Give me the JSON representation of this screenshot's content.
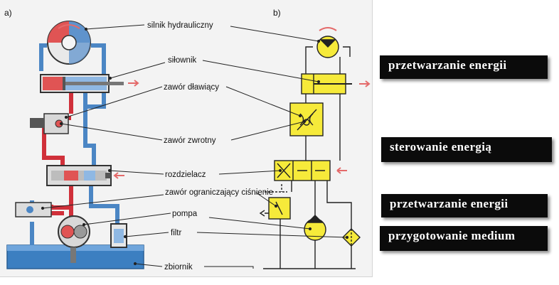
{
  "panel_labels": {
    "a": "a)",
    "b": "b)"
  },
  "components": {
    "silnik": "silnik hydrauliczny",
    "silownik": "siłownik",
    "zawor_dlawiacy": "zawór dławiący",
    "zawor_zwrotny": "zawór zwrotny",
    "rozdzielacz": "rozdzielacz",
    "zawor_ograniczajacy": "zawór ograniczający ciśnienie",
    "pompa": "pompa",
    "filtr": "filtr",
    "zbiornik": "zbiornik"
  },
  "stages": {
    "s1": "przetwarzanie energii",
    "s2": "sterowanie energią",
    "s3": "przetwarzanie energii",
    "s4": "przygotowanie medium"
  },
  "colors": {
    "pressure_line": "#d0303a",
    "return_line": "#4b86c4",
    "symbol_fill": "#f6ea3a",
    "tank": "#3c7fc1",
    "arrow": "#e46a6a",
    "stage_bg": "#0b0b0b"
  }
}
